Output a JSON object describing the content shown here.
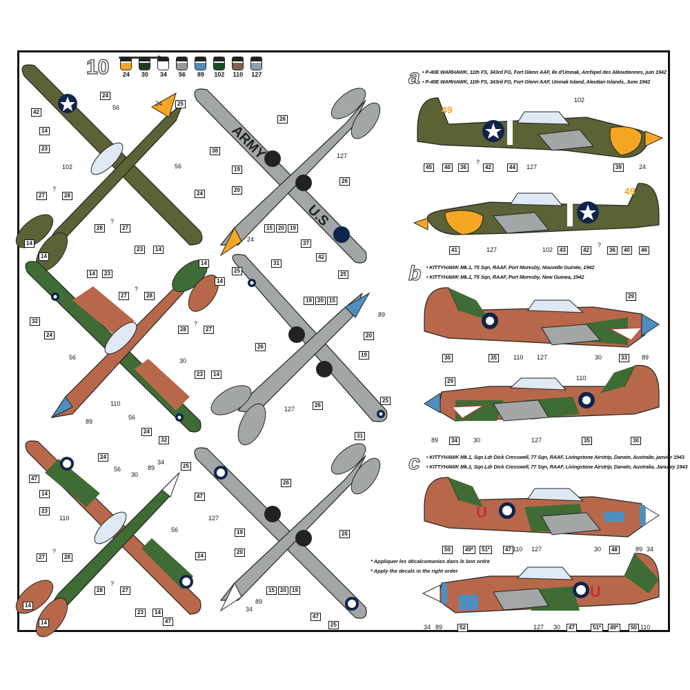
{
  "sheet": {
    "number": "10",
    "paints": [
      {
        "code": "24",
        "color": "#f5a623"
      },
      {
        "code": "30",
        "color": "#1f3d24"
      },
      {
        "code": "34",
        "color": "#ffffff"
      },
      {
        "code": "56",
        "color": "#9a9a9a"
      },
      {
        "code": "89",
        "color": "#4f8fbf"
      },
      {
        "code": "102",
        "color": "#1f4a2a"
      },
      {
        "code": "110",
        "color": "#7a6648"
      },
      {
        "code": "127",
        "color": "#8fa0ae"
      }
    ]
  },
  "colors": {
    "olive_drab": "#5c6236",
    "neutral_grey": "#a2a6a6",
    "foliage_green": "#3f6b35",
    "earth_brown": "#b8684a",
    "spinner_yellow": "#f5a623",
    "spinner_blue": "#4f8fbf",
    "roundel_blue": "#10234a",
    "frame": "#111111"
  },
  "schemes": [
    {
      "letter": "a",
      "caption_fr": "• P-40E WARHAWK, 11th FS, 343rd FG, Fort Glenn AAF, Ile d'Umnak, Archipel des Aléoutiennes, juin 1942",
      "caption_en": "• P-40E WARHAWK, 11th FS, 343rd FG, Fort Glenn AAF, Umnak Island, Aleutian Islands, June 1942",
      "profile_left": {
        "tail_code": "49",
        "callouts": [
          "45",
          "40",
          "36",
          "?",
          "42",
          "44",
          "127",
          "102",
          "39",
          "24"
        ]
      },
      "profile_right": {
        "tail_code": "49",
        "callouts": [
          "41",
          "127",
          "102",
          "43",
          "42",
          "?",
          "36",
          "40",
          "46"
        ]
      },
      "top_view": {
        "callouts": [
          "42",
          "24",
          "56",
          "24",
          "14",
          "23",
          "102",
          "56",
          "27",
          "?",
          "28",
          "28",
          "?",
          "27",
          "24",
          "14",
          "14",
          "23",
          "14"
        ]
      },
      "bottom_view": {
        "markings": [
          "ARMY",
          "U.S"
        ],
        "callouts": [
          "25",
          "26",
          "38",
          "127",
          "19",
          "20",
          "26",
          "15",
          "20",
          "19",
          "24",
          "37",
          "42",
          "25"
        ]
      }
    },
    {
      "letter": "b",
      "caption_fr": "• KITTYHAWK Mk.1, 75 Sqn, RAAF, Port Moresby, Nouvelle Guinée, 1942",
      "caption_en": "• KITTYHAWK Mk.1, 75 Sqn, RAAF, Port Moresby, New Guinea, 1942",
      "profile_left": {
        "callouts": [
          "30",
          "35",
          "110",
          "127",
          "30",
          "33",
          "89",
          "29"
        ]
      },
      "profile_right": {
        "callouts": [
          "29",
          "89",
          "34",
          "30",
          "127",
          "110",
          "35",
          "30"
        ]
      },
      "top_view": {
        "callouts": [
          "14",
          "23",
          "14",
          "14",
          "27",
          "?",
          "28",
          "32",
          "24",
          "28",
          "?",
          "27",
          "56",
          "30",
          "23",
          "14",
          "110",
          "56",
          "24",
          "89",
          "32"
        ]
      },
      "bottom_view": {
        "callouts": [
          "25",
          "31",
          "19",
          "20",
          "15",
          "89",
          "26",
          "20",
          "19",
          "127",
          "26",
          "25",
          "31"
        ]
      }
    },
    {
      "letter": "c",
      "caption_fr": "• KITTYHAWK Mk.1, Sqn Ldr Dick Cresswell, 77 Sqn, RAAF, Livingstone Airstrip, Darwin, Australie, janvier 1943",
      "caption_en": "• KITTYHAWK Mk.1, Sqn Ldr Dick Cresswell, 77 Sqn, RAAF, Livingstone Airstrip, Darwin, Australia, January 1943",
      "profile_left": {
        "code_letter": "U",
        "callouts": [
          "50",
          "49*",
          "51*",
          "47",
          "110",
          "127",
          "30",
          "48",
          "89",
          "34"
        ]
      },
      "profile_right": {
        "code_letter": "U",
        "callouts": [
          "34",
          "89",
          "52",
          "127",
          "30",
          "47",
          "51*",
          "49*",
          "50",
          "110"
        ]
      },
      "top_view": {
        "callouts": [
          "47",
          "24",
          "56",
          "30",
          "14",
          "23",
          "110",
          "89",
          "34",
          "27",
          "?",
          "28",
          "56",
          "24",
          "28",
          "?",
          "27",
          "23",
          "14",
          "47",
          "14",
          "14"
        ]
      },
      "bottom_view": {
        "callouts": [
          "25",
          "47",
          "26",
          "127",
          "19",
          "20",
          "26",
          "15",
          "20",
          "19",
          "89",
          "34",
          "47",
          "25"
        ]
      }
    }
  ],
  "notes": {
    "fr": "* Appliquer les décalcomanies dans le bon ordre",
    "en": "* Apply the decals in the right order"
  }
}
